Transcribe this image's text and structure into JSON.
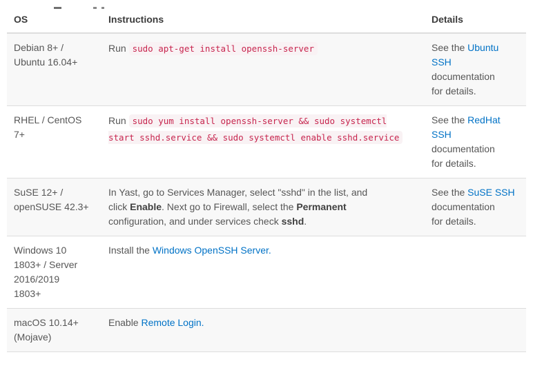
{
  "colors": {
    "link_blue": "#0072c6",
    "code_text": "#c7254e",
    "code_background": "#f9f2f4",
    "row_stripe": "#f8f8f8",
    "border": "#dddddd",
    "header_text": "#3b3b3b",
    "body_text": "#565656"
  },
  "table": {
    "headers": [
      "OS",
      "Instructions",
      "Details"
    ],
    "rows": [
      {
        "os": "Debian 8+ /\nUbuntu 16.04+",
        "run_prefix": "Run ",
        "code": "sudo apt-get install openssh-server",
        "details_prefix": "See the ",
        "details_link": "Ubuntu\nSSH",
        "details_suffix": "\ndocumentation\nfor details."
      },
      {
        "os": "RHEL / CentOS\n7+",
        "run_prefix": "Run ",
        "code": "sudo yum install openssh-server && sudo systemctl\nstart sshd.service && sudo systemctl enable sshd.service",
        "details_prefix": "See the ",
        "details_link": "RedHat\nSSH",
        "details_suffix": "\ndocumentation\nfor details."
      },
      {
        "os": "SuSE 12+ /\nopenSUSE 42.3+",
        "seg1": "In Yast, go to Services Manager, select \"sshd\" in the list, and\nclick ",
        "bold1": "Enable",
        "seg2": ". Next go to Firewall, select the ",
        "bold2": "Permanent",
        "seg3": "\nconfiguration, and under services check ",
        "bold3": "sshd",
        "seg4": ".",
        "details_prefix": "See the ",
        "details_link": "SuSE SSH",
        "details_suffix": "\ndocumentation\nfor details."
      },
      {
        "os": "Windows 10\n1803+ / Server\n2016/2019\n1803+",
        "prefix": "Install the ",
        "link": "Windows OpenSSH Server."
      },
      {
        "os": "macOS 10.14+\n(Mojave)",
        "prefix": "Enable ",
        "link": "Remote Login."
      }
    ]
  }
}
